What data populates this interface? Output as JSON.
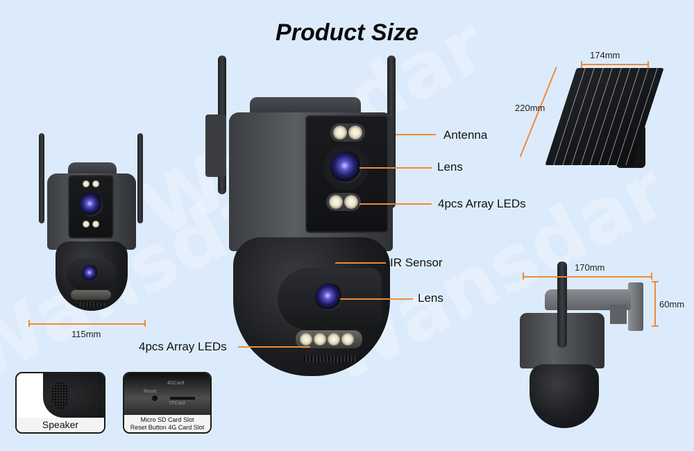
{
  "title": "Product Size",
  "watermark": "Wansdar",
  "colors": {
    "background": "#dcebfb",
    "accent_line": "#f0893a",
    "camera_body": "#45484c",
    "text": "#111111"
  },
  "small_camera": {
    "width_label": "115mm"
  },
  "main_camera": {
    "callouts": [
      {
        "label": "Antenna"
      },
      {
        "label": "Lens"
      },
      {
        "label": "4pcs Array LEDs"
      },
      {
        "label": "IR Sensor"
      },
      {
        "label": "Lens"
      },
      {
        "label": "4pcs Array LEDs"
      }
    ]
  },
  "solar_panel": {
    "width_label": "174mm",
    "height_label": "220mm"
  },
  "side_camera": {
    "width_label": "170mm",
    "height_label": "60mm"
  },
  "insets": [
    {
      "caption": "Speaker"
    },
    {
      "caption_line1": "Micro SD Card Slot",
      "caption_line2": "Reset Button 4G Card Slot",
      "slot_text_1": "4GCard",
      "slot_text_2": "Reset",
      "slot_text_3": "TFCard"
    }
  ]
}
